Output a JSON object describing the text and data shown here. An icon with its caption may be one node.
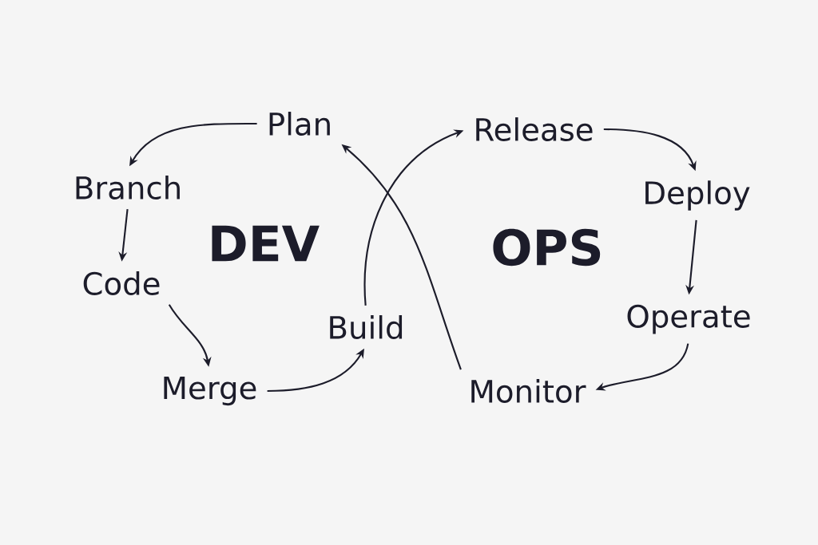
{
  "diagram": {
    "nodes": [
      {
        "text": [
          "Plan"
        ]
      },
      {
        "text": [
          "Branch"
        ]
      },
      {
        "text": [
          "Code"
        ]
      },
      {
        "text": [
          "Merge"
        ]
      },
      {
        "text": [
          "Build"
        ]
      },
      {
        "text": [
          "Release"
        ]
      },
      {
        "text": [
          "Deploy"
        ]
      },
      {
        "text": [
          "Operate"
        ]
      },
      {
        "text": [
          "Monitor"
        ]
      }
    ],
    "edges": [
      {
        "from": 0,
        "to": 1,
        "arrow": "to"
      },
      {
        "from": 1,
        "to": 2,
        "arrow": "to"
      },
      {
        "from": 2,
        "to": 3,
        "arrow": "to"
      },
      {
        "from": 3,
        "to": 4,
        "arrow": "to"
      },
      {
        "from": 4,
        "to": 5,
        "arrow": "to"
      },
      {
        "from": 5,
        "to": 6,
        "arrow": "to"
      },
      {
        "from": 6,
        "to": 7,
        "arrow": "to"
      },
      {
        "from": 7,
        "to": 8,
        "arrow": "to"
      },
      {
        "from": 8,
        "to": 0,
        "arrow": "to"
      }
    ],
    "labels": [
      "DEV",
      "OPS"
    ]
  }
}
